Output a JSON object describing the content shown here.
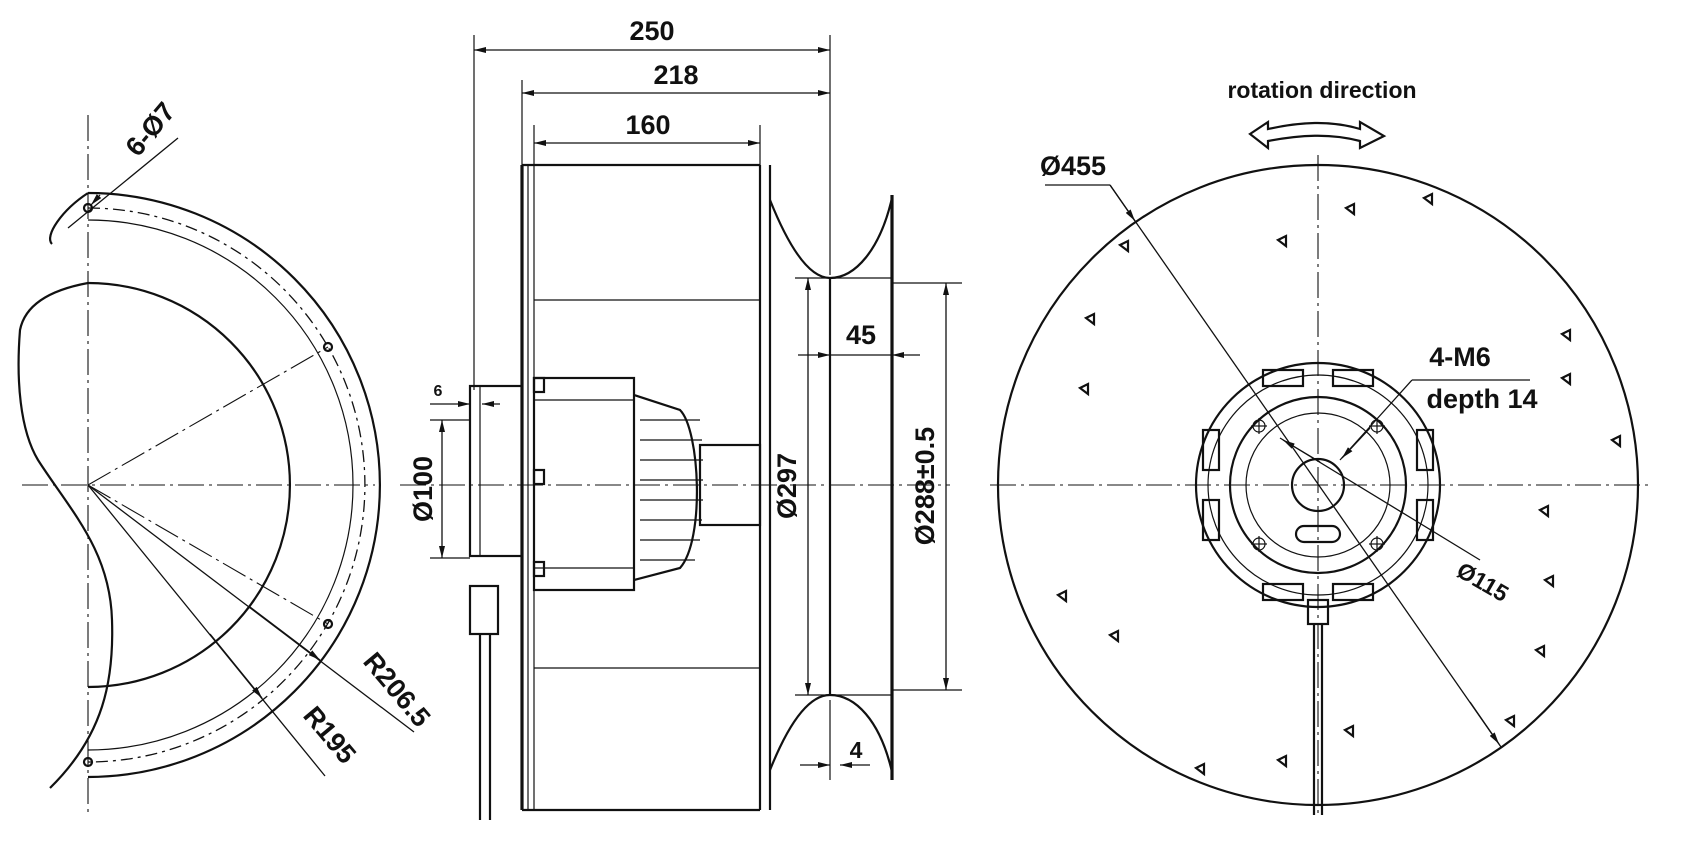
{
  "labels": {
    "overall_width": "250",
    "width_218": "218",
    "width_160": "160",
    "holes": "6-Ø7",
    "offset_6": "6",
    "dia_100": "Ø100",
    "dia_297": "Ø297",
    "dim_45": "45",
    "dia_288": "Ø288±0.5",
    "dim_4": "4",
    "radius_206": "R206.5",
    "radius_195": "R195",
    "rotation": "rotation direction",
    "dia_455": "Ø455",
    "thread": "4-M6",
    "depth": "depth 14",
    "dia_115": "Ø115"
  }
}
